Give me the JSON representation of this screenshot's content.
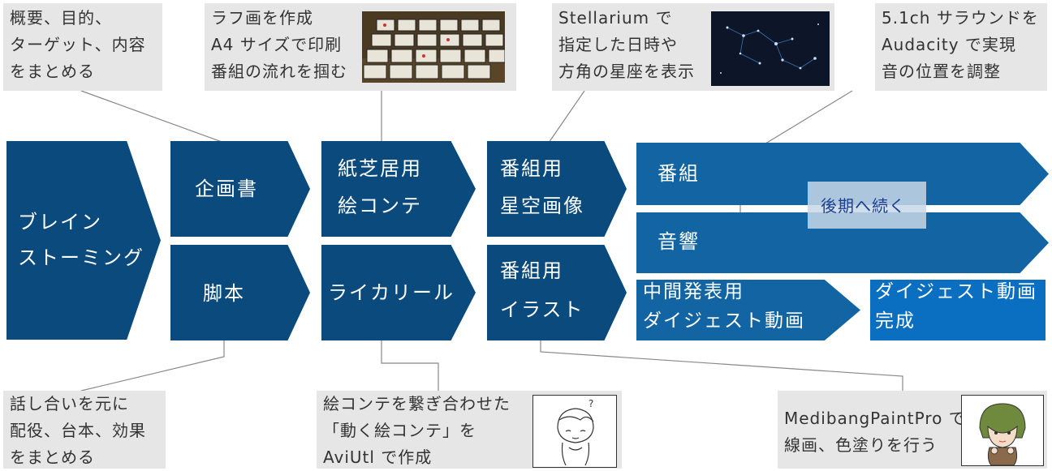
{
  "colors": {
    "dark": "#0b4a7c",
    "mid": "#1264a3",
    "bright": "#0a6fc0",
    "callout_bg": "#e6e6e6",
    "callout_text": "#333333",
    "overlay": "#b8cce0"
  },
  "flow": {
    "brainstorm": [
      "ブレイン",
      "ストーミング"
    ],
    "kikakusho": "企画書",
    "kyakuhon": "脚本",
    "ekonte": [
      "紙芝居用",
      "絵コンテ"
    ],
    "lyric_reel": "ライカリール",
    "sky_image": [
      "番組用",
      "星空画像"
    ],
    "illust": [
      "番組用",
      "イラスト"
    ],
    "bangumi": "番組",
    "onkyo": "音響",
    "continued": "後期へ続く",
    "midterm_digest": [
      "中間発表用",
      "ダイジェスト動画"
    ],
    "digest_complete": [
      "ダイジェスト動画",
      "完成"
    ]
  },
  "callouts": {
    "overview": [
      "概要、目的、",
      "ターゲット、内容",
      "をまとめる"
    ],
    "rough": [
      "ラフ画を作成",
      "A4 サイズで印刷",
      "番組の流れを掴む"
    ],
    "stellarium": [
      "Stellarium で",
      "指定した日時や",
      "方角の星座を表示"
    ],
    "surround": [
      "5.1ch サラウンドを",
      "Audacity で実現",
      "音の位置を調整"
    ],
    "script": [
      "話し合いを元に",
      "配役、台本、効果",
      "をまとめる"
    ],
    "animatic": [
      "絵コンテを繋ぎ合わせた",
      "「動く絵コンテ」を",
      "AviUtl で作成"
    ],
    "medibang": [
      "MedibangPaintPro で",
      "線画、色塗りを行う"
    ]
  },
  "icons": {
    "storyboard_photo": "storyboard-photo",
    "star_photo": "constellation-photo",
    "sketch": "character-sketch-icon",
    "illustration": "character-illustration-icon"
  }
}
